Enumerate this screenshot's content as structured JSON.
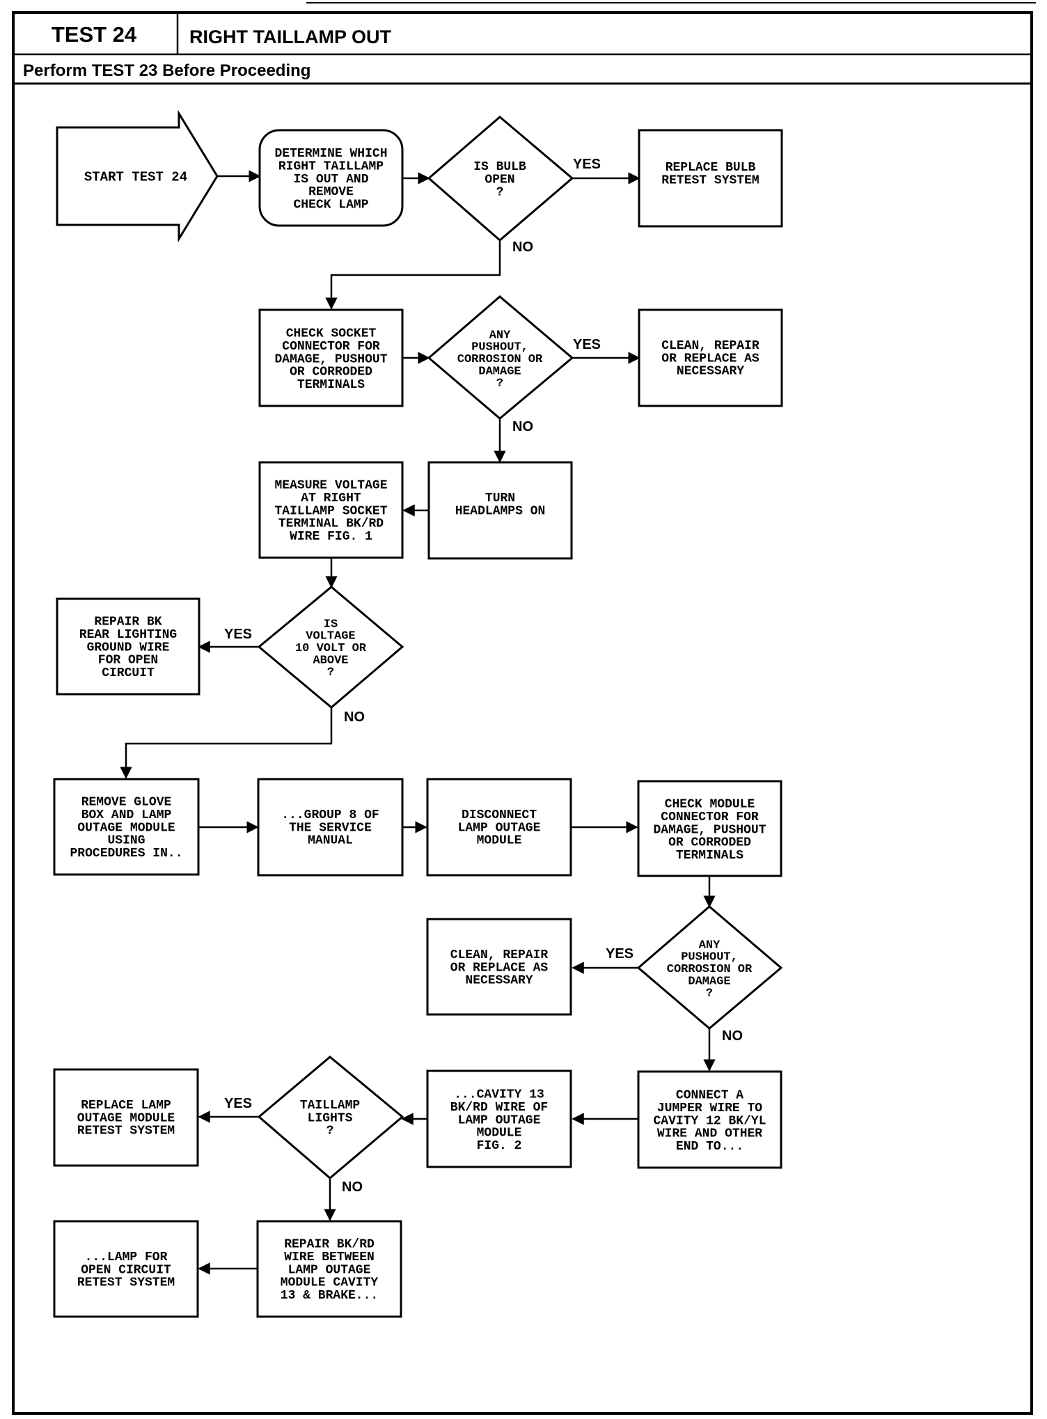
{
  "header": {
    "test_number": "TEST 24",
    "title": "RIGHT TAILLAMP OUT",
    "subtitle": "Perform TEST 23 Before Proceeding"
  },
  "nodes": {
    "start": {
      "lines": [
        "START TEST 24"
      ]
    },
    "determine": {
      "lines": [
        "DETERMINE WHICH",
        "RIGHT TAILLAMP",
        "IS OUT AND",
        "REMOVE",
        "CHECK LAMP"
      ]
    },
    "bulb_open": {
      "lines": [
        "IS BULB",
        "OPEN",
        "?"
      ]
    },
    "replace_bulb": {
      "lines": [
        "REPLACE BULB",
        "RETEST SYSTEM"
      ]
    },
    "check_socket": {
      "lines": [
        "CHECK SOCKET",
        "CONNECTOR FOR",
        "DAMAGE, PUSHOUT",
        "OR CORRODED",
        "TERMINALS"
      ]
    },
    "pushout_1": {
      "lines": [
        "ANY",
        "PUSHOUT,",
        "CORROSION OR",
        "DAMAGE",
        "?"
      ]
    },
    "clean_1": {
      "lines": [
        "CLEAN, REPAIR",
        "OR REPLACE AS",
        "NECESSARY"
      ]
    },
    "turn_headlamps": {
      "lines": [
        "TURN",
        "HEADLAMPS ON"
      ]
    },
    "measure_voltage": {
      "lines": [
        "MEASURE VOLTAGE",
        "AT RIGHT",
        "TAILLAMP SOCKET",
        "TERMINAL BK/RD",
        "WIRE FIG. 1"
      ]
    },
    "voltage_q": {
      "lines": [
        "IS",
        "VOLTAGE",
        "10 VOLT OR",
        "ABOVE",
        "?"
      ]
    },
    "repair_bk": {
      "lines": [
        "REPAIR BK",
        "REAR LIGHTING",
        "GROUND WIRE",
        "FOR OPEN",
        "CIRCUIT"
      ]
    },
    "remove_glove": {
      "lines": [
        "REMOVE GLOVE",
        "BOX AND LAMP",
        "OUTAGE MODULE",
        "USING",
        "PROCEDURES IN.."
      ]
    },
    "group8": {
      "lines": [
        "...GROUP 8 OF",
        "THE SERVICE",
        "MANUAL"
      ]
    },
    "disconnect": {
      "lines": [
        "DISCONNECT",
        "LAMP OUTAGE",
        "MODULE"
      ]
    },
    "check_module": {
      "lines": [
        "CHECK MODULE",
        "CONNECTOR FOR",
        "DAMAGE, PUSHOUT",
        "OR CORRODED",
        "TERMINALS"
      ]
    },
    "pushout_2": {
      "lines": [
        "ANY",
        "PUSHOUT,",
        "CORROSION OR",
        "DAMAGE",
        "?"
      ]
    },
    "clean_2": {
      "lines": [
        "CLEAN, REPAIR",
        "OR REPLACE AS",
        "NECESSARY"
      ]
    },
    "connect_jumper": {
      "lines": [
        "CONNECT A",
        "JUMPER WIRE TO",
        "CAVITY 12 BK/YL",
        "WIRE AND OTHER",
        "END TO..."
      ]
    },
    "cavity13": {
      "lines": [
        "...CAVITY 13",
        "BK/RD WIRE OF",
        "LAMP OUTAGE",
        "MODULE",
        "FIG. 2"
      ]
    },
    "taillamp_q": {
      "lines": [
        "TAILLAMP",
        "LIGHTS",
        "?"
      ]
    },
    "replace_module": {
      "lines": [
        "REPLACE LAMP",
        "OUTAGE MODULE",
        "RETEST SYSTEM"
      ]
    },
    "repair_bkrd": {
      "lines": [
        "REPAIR BK/RD",
        "WIRE BETWEEN",
        "LAMP OUTAGE",
        "MODULE CAVITY",
        "13 & BRAKE..."
      ]
    },
    "lamp_for": {
      "lines": [
        "...LAMP FOR",
        "OPEN CIRCUIT",
        "RETEST SYSTEM"
      ]
    }
  },
  "edge_labels": {
    "bulb_yes": "YES",
    "bulb_no": "NO",
    "pushout1_yes": "YES",
    "pushout1_no": "NO",
    "voltage_yes": "YES",
    "voltage_no": "NO",
    "pushout2_yes": "YES",
    "pushout2_no": "NO",
    "taillamp_yes": "YES",
    "taillamp_no": "NO"
  }
}
